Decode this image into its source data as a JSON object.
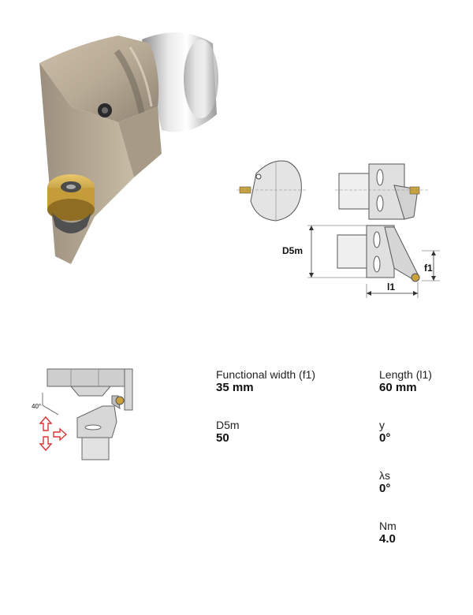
{
  "drawing": {
    "dim_d5m": "D5m",
    "dim_f1": "f1",
    "dim_l1": "l1"
  },
  "setup_icon": {
    "angle_label": "40°"
  },
  "specs": {
    "functional_width": {
      "label": "Functional width (f1)",
      "value": "35 mm"
    },
    "length": {
      "label": "Length (l1)",
      "value": "60 mm"
    },
    "d5m": {
      "label": "D5m",
      "value": "50"
    },
    "y": {
      "label": "y",
      "value": "0°"
    },
    "lambda_s": {
      "label": "λs",
      "value": "0°"
    },
    "nm": {
      "label": "Nm",
      "value": "4.0"
    }
  }
}
